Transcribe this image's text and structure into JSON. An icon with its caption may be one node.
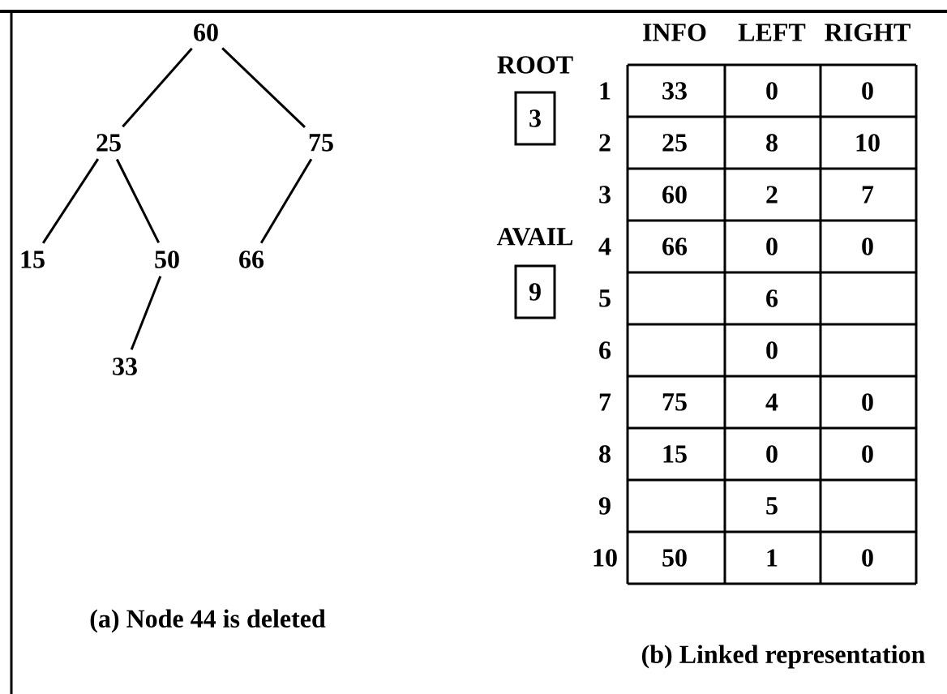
{
  "diagram": {
    "nodes": [
      {
        "text": [
          "60"
        ]
      },
      {
        "text": [
          "25"
        ]
      },
      {
        "text": [
          "75"
        ]
      },
      {
        "text": [
          "15"
        ]
      },
      {
        "text": [
          "50"
        ]
      },
      {
        "text": [
          "66"
        ]
      },
      {
        "text": [
          "33"
        ]
      },
      {
        "text": [
          "ROOT",
          "3"
        ]
      },
      {
        "text": [
          "AVAIL",
          "9"
        ]
      }
    ],
    "edges": [
      {
        "from": 0,
        "to": 1,
        "arrow": "none"
      },
      {
        "from": 0,
        "to": 2,
        "arrow": "none"
      },
      {
        "from": 1,
        "to": 3,
        "arrow": "none"
      },
      {
        "from": 1,
        "to": 4,
        "arrow": "none"
      },
      {
        "from": 2,
        "to": 5,
        "arrow": "none"
      },
      {
        "from": 4,
        "to": 6,
        "arrow": "none"
      }
    ],
    "labels": [
      "INFO",
      "LEFT",
      "RIGHT",
      "1",
      "33",
      "0",
      "0",
      "2",
      "25",
      "8",
      "10",
      "3",
      "60",
      "2",
      "7",
      "4",
      "66",
      "0",
      "0",
      "5",
      "6",
      "6",
      "0",
      "7",
      "75",
      "4",
      "0",
      "8",
      "15",
      "0",
      "0",
      "9",
      "5",
      "10",
      "50",
      "1",
      "0",
      "(a) Node 44 is deleted",
      "(b) Linked representation"
    ]
  }
}
